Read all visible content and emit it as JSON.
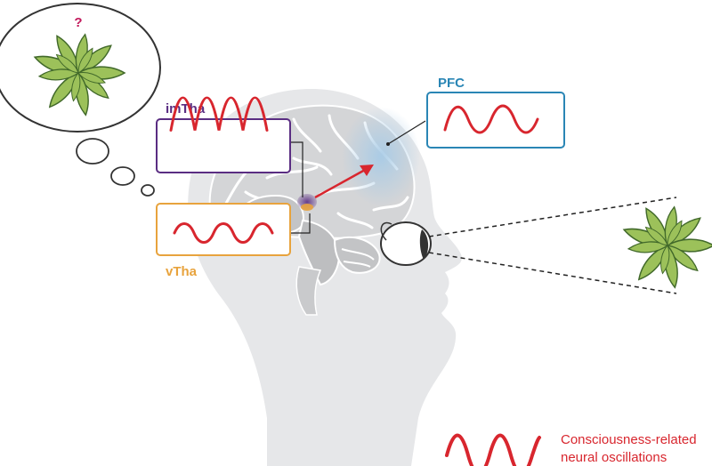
{
  "thought_bubble": {
    "mark": "?"
  },
  "regions": {
    "imtha": {
      "label": "imTha"
    },
    "vtha": {
      "label": "vTha"
    },
    "pfc": {
      "label": "PFC"
    }
  },
  "legend": {
    "line1": "Consciousness-related",
    "line2": "neural oscillations"
  },
  "colors": {
    "wave": "#d8262e",
    "imtha": "#5a2d82",
    "vtha": "#e8a33d",
    "pfc": "#2a86b5",
    "pfc_glow": "#a8cbe6",
    "head": "#e6e7e9",
    "brain": "#cfd0d2",
    "plant": "#9cc15a",
    "plant_vein": "#41692a"
  }
}
